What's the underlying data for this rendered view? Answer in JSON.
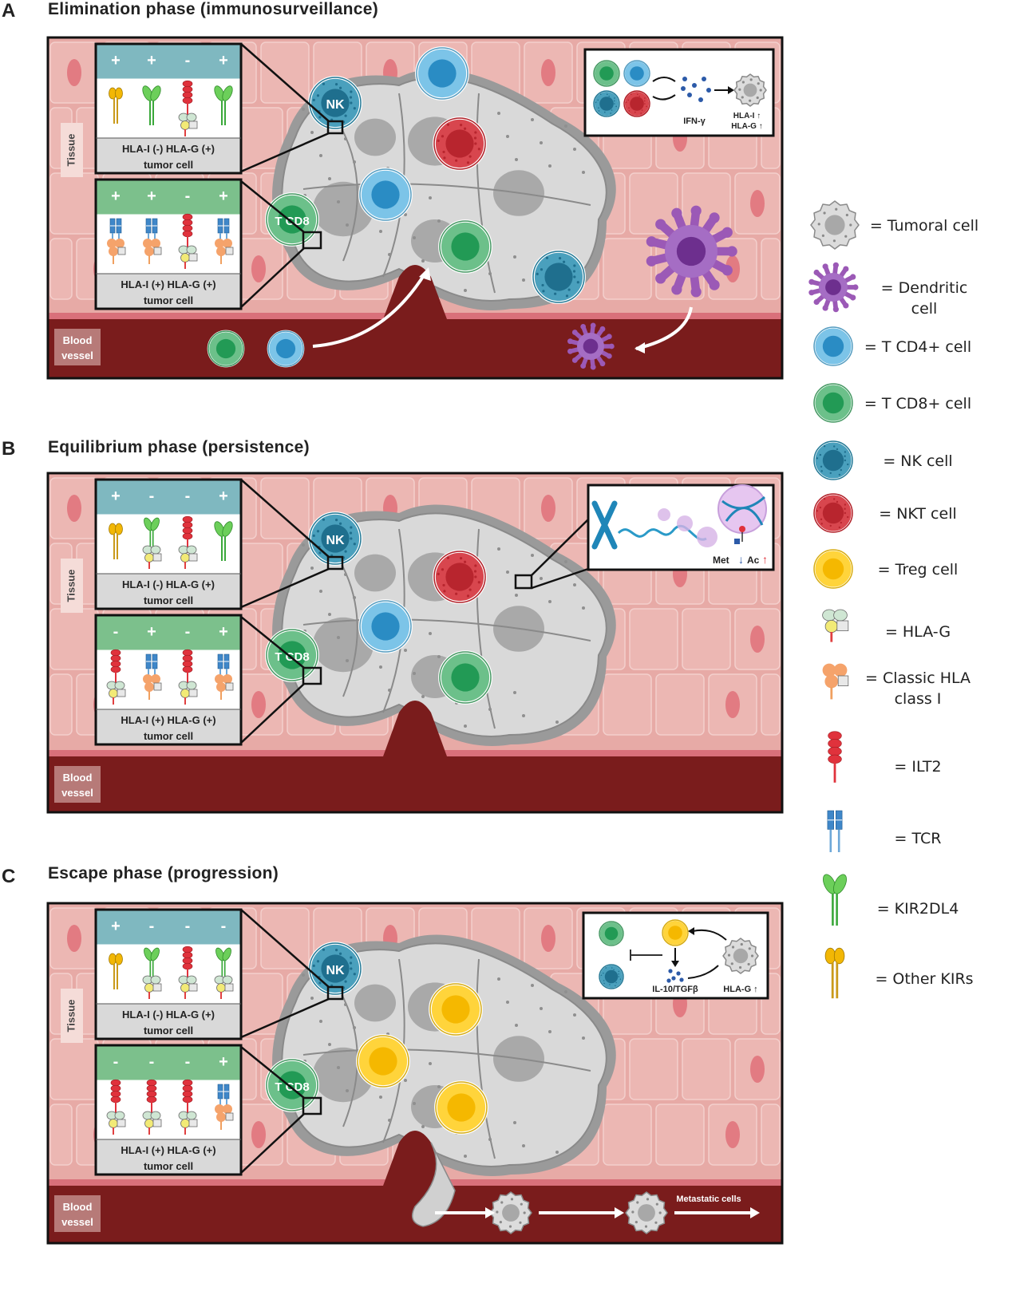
{
  "panels": [
    {
      "letter": "A",
      "title": "Elimination phase (immunosurveillance)",
      "tissue_label": "Tissue",
      "vessel_label": [
        "Blood",
        "vessel"
      ],
      "nk_label": "NK",
      "tcd8_label": "T CD8",
      "top_box": {
        "signs": [
          "+",
          "+",
          "-",
          "+"
        ],
        "caption": [
          "HLA-I (-) HLA-G (+)",
          "tumor cell"
        ]
      },
      "bottom_box": {
        "signs": [
          "+",
          "+",
          "-",
          "+"
        ],
        "caption": [
          "HLA-I (+) HLA-G (+)",
          "tumor cell"
        ]
      },
      "inset": {
        "cytokine": "IFN-γ",
        "result": [
          "HLA-I ↑",
          "HLA-G ↑"
        ]
      }
    },
    {
      "letter": "B",
      "title": "Equilibrium phase (persistence)",
      "tissue_label": "Tissue",
      "vessel_label": [
        "Blood",
        "vessel"
      ],
      "nk_label": "NK",
      "tcd8_label": "T CD8",
      "top_box": {
        "signs": [
          "+",
          "-",
          "-",
          "+"
        ],
        "caption": [
          "HLA-I (-) HLA-G (+)",
          "tumor cell"
        ]
      },
      "bottom_box": {
        "signs": [
          "-",
          "+",
          "-",
          "+"
        ],
        "caption": [
          "HLA-I (+) HLA-G (+)",
          "tumor cell"
        ]
      },
      "inset": {
        "met": "Met",
        "ac": "Ac"
      }
    },
    {
      "letter": "C",
      "title": "Escape phase (progression)",
      "tissue_label": "Tissue",
      "vessel_label": [
        "Blood",
        "vessel"
      ],
      "nk_label": "NK",
      "tcd8_label": "T CD8",
      "top_box": {
        "signs": [
          "+",
          "-",
          "-",
          "-"
        ],
        "caption": [
          "HLA-I (-) HLA-G (+)",
          "tumor cell"
        ]
      },
      "bottom_box": {
        "signs": [
          "-",
          "-",
          "-",
          "+"
        ],
        "caption": [
          "HLA-I (+) HLA-G (+)",
          "tumor cell"
        ]
      },
      "inset": {
        "cytokine": "IL-10/TGFβ",
        "result": "HLA-G ↑"
      },
      "metastatic_label": "Metastatic cells"
    }
  ],
  "legend": [
    {
      "icon": "tumoral-cell-icon",
      "label": [
        "= Tumoral cell"
      ]
    },
    {
      "icon": "dendritic-cell-icon",
      "label": [
        "= Dendritic cell"
      ]
    },
    {
      "icon": "t-cd4-cell-icon",
      "label": [
        "= T CD4+ cell"
      ]
    },
    {
      "icon": "t-cd8-cell-icon",
      "label": [
        "= T CD8+ cell"
      ]
    },
    {
      "icon": "nk-cell-icon",
      "label": [
        "= NK cell"
      ]
    },
    {
      "icon": "nkt-cell-icon",
      "label": [
        "= NKT cell"
      ]
    },
    {
      "icon": "treg-cell-icon",
      "label": [
        "= Treg cell"
      ]
    },
    {
      "icon": "hla-g-icon",
      "label": [
        "= HLA-G"
      ]
    },
    {
      "icon": "classic-hla-icon",
      "label": [
        "= Classic HLA",
        "class I"
      ]
    },
    {
      "icon": "ilt2-icon",
      "label": [
        "= ILT2"
      ]
    },
    {
      "icon": "tcr-icon",
      "label": [
        "= TCR"
      ]
    },
    {
      "icon": "kir2dl4-icon",
      "label": [
        "= KIR2DL4"
      ]
    },
    {
      "icon": "other-kirs-icon",
      "label": [
        "= Other KIRs"
      ]
    }
  ],
  "colors": {
    "tissue": "#e7aaa6",
    "tissue_cell": "#ecb7b3",
    "nucleus_pink": "#e06c76",
    "vessel": "#7a1c1c",
    "tumor": "#d9d9d9",
    "tumor_nucleus": "#a9a9a9",
    "cd4": "#7cc4e8",
    "cd8": "#6cc08a",
    "nk": "#4aa0bd",
    "nkt": "#d8464e",
    "treg": "#ffd43b",
    "dendritic": "#9b59b6",
    "box_teal": "#7fb8c0",
    "box_green": "#7cc08c"
  }
}
